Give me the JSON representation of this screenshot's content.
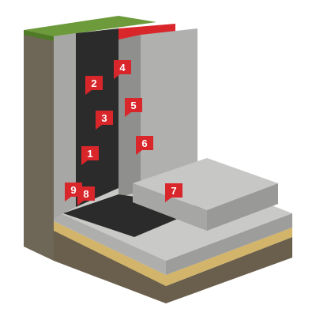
{
  "markers": [
    {
      "label": "1",
      "color": "#d9262b"
    },
    {
      "label": "2",
      "color": "#d9262b"
    },
    {
      "label": "3",
      "color": "#d9262b"
    },
    {
      "label": "4",
      "color": "#d9262b"
    },
    {
      "label": "5",
      "color": "#d9262b"
    },
    {
      "label": "6",
      "color": "#d9262b"
    },
    {
      "label": "7",
      "color": "#d9262b"
    },
    {
      "label": "8",
      "color": "#d9262b"
    },
    {
      "label": "9",
      "color": "#d9262b"
    }
  ],
  "colors": {
    "grass": "#6d9a3a",
    "soil": "#6e6656",
    "concrete": "#b4b4b2",
    "membrane": "#2b2b2b",
    "red_layer": "#d9262b",
    "sand": "#d2b46a"
  }
}
